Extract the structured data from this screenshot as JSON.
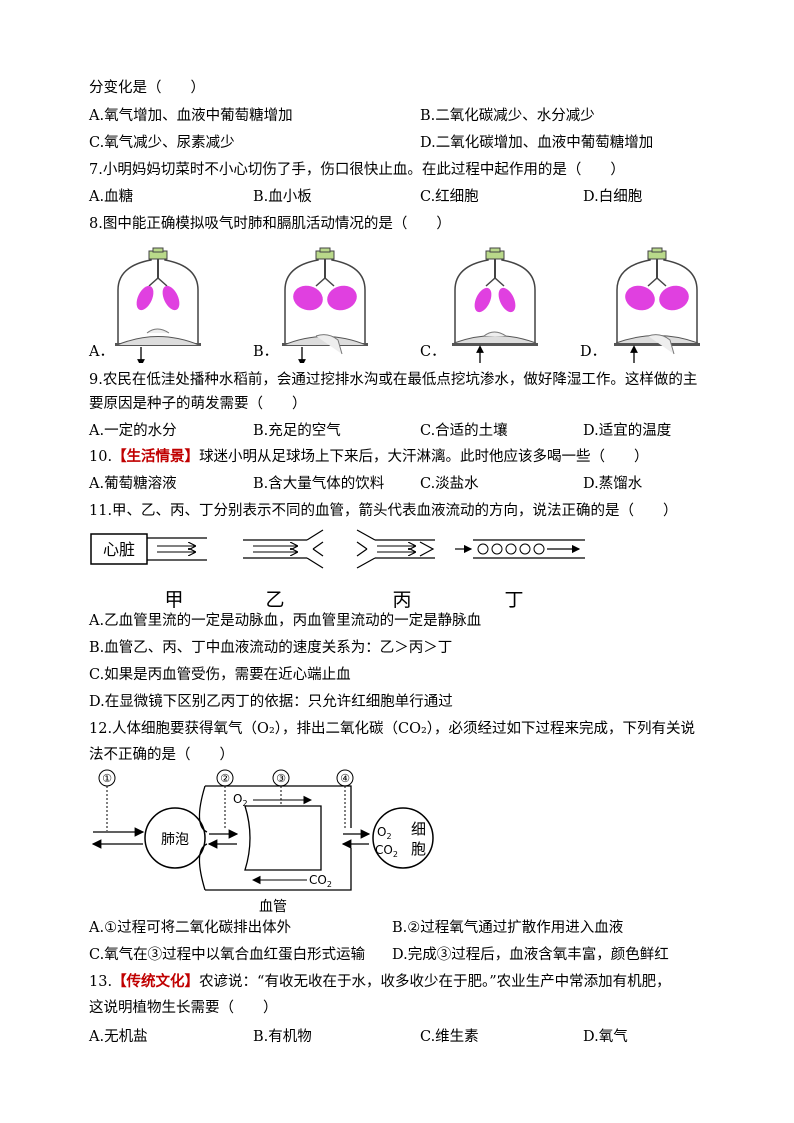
{
  "q6": {
    "stem_cont": "分变化是（　　）",
    "options": [
      "A.氧气增加、血液中葡萄糖增加",
      "B.二氧化碳减少、水分减少",
      "C.氧气减少、尿素减少",
      "D.二氧化碳增加、血液中葡萄糖增加"
    ]
  },
  "q7": {
    "stem": "7.小明妈妈切菜时不小心切伤了手，伤口很快止血。在此过程中起作用的是（　　）",
    "options": [
      "A.血糖",
      "B.血小板",
      "C.红细胞",
      "D.白细胞"
    ]
  },
  "q8": {
    "stem": "8.图中能正确模拟吸气时肺和膈肌活动情况的是（　　）",
    "labels": [
      "A．",
      "B．",
      "C．",
      "D．"
    ]
  },
  "q9": {
    "stem1": "9.农民在低洼处播种水稻前，会通过挖排水沟或在最低点挖坑渗水，做好降湿工作。这样做的主",
    "stem2": "要原因是种子的萌发需要（　　）",
    "options": [
      "A.一定的水分",
      "B.充足的空气",
      "C.合适的土壤",
      "D.适宜的温度"
    ]
  },
  "q10": {
    "num": "10.",
    "tag": "【生活情景】",
    "stem": "球迷小明从足球场上下来后，大汗淋漓。此时他应该多喝一些（　　）",
    "options": [
      "A.葡萄糖溶液",
      "B.含大量气体的饮料",
      "C.淡盐水",
      "D.蒸馏水"
    ]
  },
  "q11": {
    "stem": "11.甲、乙、丙、丁分别表示不同的血管，箭头代表血液流动的方向，说法正确的是（　　）",
    "heart_label": "心脏",
    "vessel_labels": [
      "甲",
      "乙",
      "丙",
      "丁"
    ],
    "options": [
      "A.乙血管里流的一定是动脉血，丙血管里流动的一定是静脉血",
      "B.血管乙、丙、丁中血液流动的速度关系为：乙＞丙＞丁",
      "C.如果是丙血管受伤，需要在近心端止血",
      "D.在显微镜下区别乙丙丁的依据：只允许红细胞单行通过"
    ]
  },
  "q12": {
    "stem1": "12.人体细胞要获得氧气（O₂），排出二氧化碳（CO₂），必须经过如下过程来完成，下列有关说",
    "stem2": "法不正确的是（　　）",
    "diagram": {
      "markers": [
        "①",
        "②",
        "③",
        "④"
      ],
      "alveolus": "肺泡",
      "vessel": "血管",
      "o2": "O",
      "co2": "CO",
      "sub2": "2",
      "cell1": "细",
      "cell2": "胞"
    },
    "options": [
      "A.①过程可将二氧化碳排出体外",
      "B.②过程氧气通过扩散作用进入血液",
      "C.氧气在③过程中以氧合血红蛋白形式运输",
      "D.完成③过程后，血液含氧丰富，颜色鲜红"
    ]
  },
  "q13": {
    "num": "13.",
    "tag": "【传统文化】",
    "stem1": "农谚说：“有收无收在于水，收多收少在于肥。”农业生产中常添加有机肥，",
    "stem2": "这说明植物生长需要（　　）",
    "options": [
      "A.无机盐",
      "B.有机物",
      "C.维生素",
      "D.氧气"
    ]
  }
}
